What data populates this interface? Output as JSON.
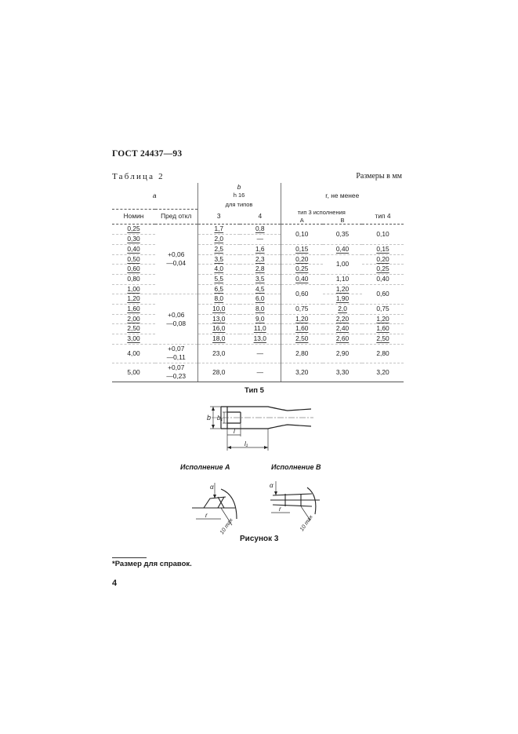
{
  "header": {
    "doc_code": "ГОСТ 24437—93"
  },
  "table": {
    "caption": "Таблица 2",
    "units": "Размеры в мм",
    "head": {
      "a": "a",
      "b": "b",
      "h16": "h 16",
      "for_types": "для типов",
      "r": "r, не менее",
      "nominal": "Номин",
      "pred_otkl": "Пред откл",
      "type3": "3",
      "type4": "4",
      "type3_exec": "тип 3 исполнения",
      "exec_a": "А",
      "exec_b": "В",
      "type4_r": "тип 4"
    },
    "rows": [
      {
        "nom": "0,25",
        "b3": "1,7",
        "b4": "0,8"
      },
      {
        "nom": "0,30",
        "b3": "2,0",
        "b4": "—"
      },
      {
        "nom": "0,40",
        "b3": "2,5",
        "b4": "1,6",
        "rA": "0,15",
        "rB": "0,40",
        "r4": "0,15"
      },
      {
        "nom": "0,50",
        "b3": "3,5",
        "b4": "2,3",
        "rA": "0,20",
        "r4": "0,20"
      },
      {
        "nom": "0,60",
        "b3": "4,0",
        "b4": "2,8",
        "rA": "0,25",
        "r4": "0,25"
      },
      {
        "nom": "0,80",
        "b3": "5,5",
        "b4": "3,5",
        "rA": "0,40",
        "rB": "1,10",
        "r4": "0,40"
      },
      {
        "nom": "1,00",
        "b3": "6,5",
        "b4": "4,5",
        "rB": "1,20"
      },
      {
        "nom": "1,20",
        "b3": "8,0",
        "b4": "6,0",
        "rB": "1,90"
      },
      {
        "nom": "1,60",
        "b3": "10,0",
        "b4": "8,0",
        "rA": "0,75",
        "rB": "2,0",
        "r4": "0,75"
      },
      {
        "nom": "2,00",
        "b3": "13,0",
        "b4": "9,0",
        "rA": "1,20",
        "rB": "2,20",
        "r4": "1,20"
      },
      {
        "nom": "2,50",
        "b3": "16,0",
        "b4": "11,0",
        "rA": "1,60",
        "rB": "2,40",
        "r4": "1,60"
      },
      {
        "nom": "3,00",
        "b3": "18,0",
        "b4": "13,0",
        "rA": "2,50",
        "rB": "2,60",
        "r4": "2,50"
      },
      {
        "nom": "4,00",
        "tol_top": "+0,07",
        "tol_bot": "—0,11",
        "b3": "23,0",
        "b4": "—",
        "rA": "2,80",
        "rB": "2,90",
        "r4": "2,80"
      },
      {
        "nom": "5,00",
        "tol_top": "+0,07",
        "tol_bot": "—0,23",
        "b3": "28,0",
        "b4": "—",
        "rA": "3,20",
        "rB": "3,30",
        "r4": "3,20"
      }
    ],
    "merged": {
      "tol1_top": "+0,06",
      "tol1_bot": "—0,04",
      "tol2_top": "+0,06",
      "tol2_bot": "—0,08",
      "rA_010": "0,10",
      "rB_035": "0,35",
      "r4_010": "0,10",
      "rB_100": "1,00",
      "rA_060": "0,60",
      "r4_060": "0,60"
    }
  },
  "figure": {
    "title": "Тип 5",
    "label_a": "Исполнение А",
    "label_b": "Исполнение В",
    "caption": "Рисунок 3",
    "dims": {
      "b": "b",
      "b1": "b₁",
      "l": "l",
      "l1": "l₁",
      "alpha": "α",
      "r": "r",
      "r10max_a": "10 max",
      "r10max_b": "10 max"
    }
  },
  "footnote": "*Размер для справок.",
  "page_number": "4"
}
